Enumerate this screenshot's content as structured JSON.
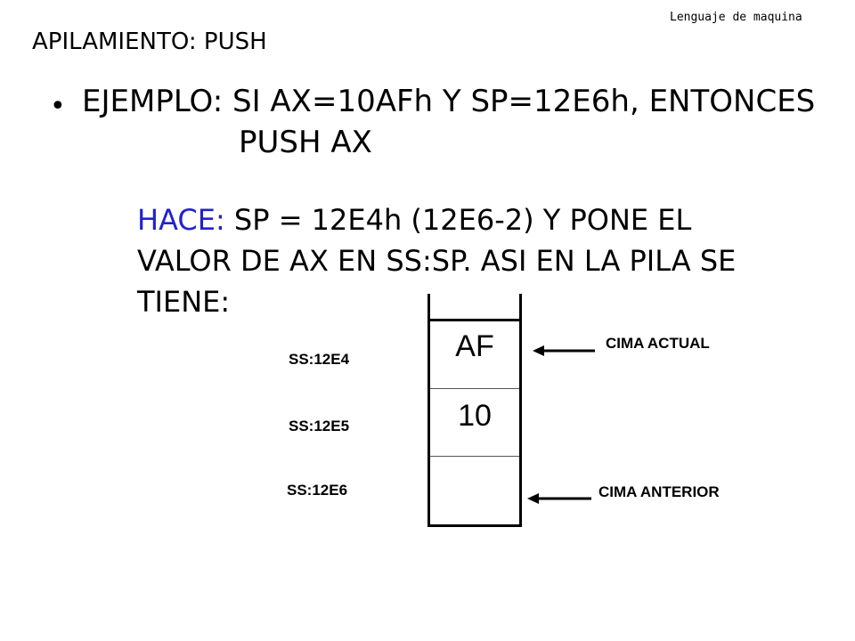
{
  "header": {
    "right_text": "Lenguaje de maquina",
    "title": "APILAMIENTO: PUSH"
  },
  "bullet": {
    "marker": "•",
    "line1": "EJEMPLO: SI AX=10AFh Y SP=12E6h, ENTONCES",
    "line2": "PUSH AX"
  },
  "explanation": {
    "label": "HACE:",
    "lines": [
      " SP = 12E4h (12E6-2) Y PONE EL",
      "VALOR DE AX EN SS:SP. ASI EN LA PILA SE",
      "TIENE:"
    ],
    "label_color": "#2222cc"
  },
  "stack": {
    "cells": [
      "AF",
      "10",
      ""
    ],
    "addresses": [
      "SS:12E4",
      "SS:12E5",
      "SS:12E6"
    ],
    "pointers": {
      "top": "CIMA ACTUAL",
      "previous": "CIMA ANTERIOR"
    }
  }
}
